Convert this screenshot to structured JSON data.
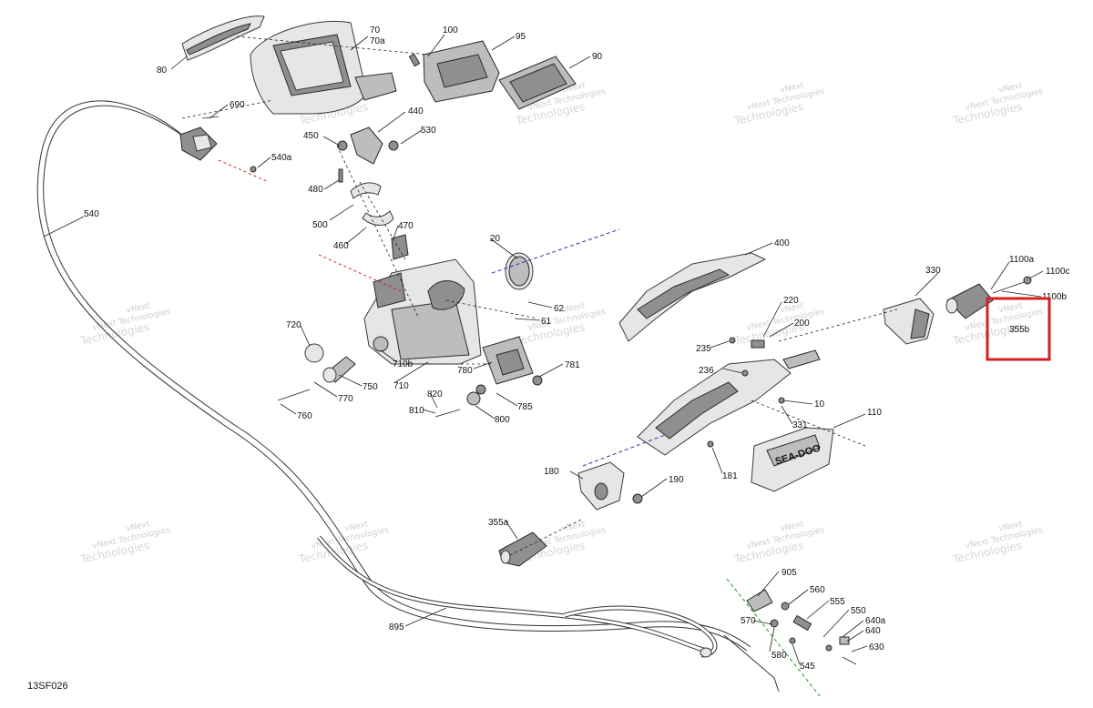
{
  "reference_code": "13SF026",
  "watermark": {
    "line1": "vNext",
    "line2": "vNext Technologies",
    "line3": "Technologies"
  },
  "highlight_color": "#d42020",
  "callouts": [
    {
      "id": "80"
    },
    {
      "id": "70"
    },
    {
      "id": "70a"
    },
    {
      "id": "100"
    },
    {
      "id": "95"
    },
    {
      "id": "90"
    },
    {
      "id": "690"
    },
    {
      "id": "440"
    },
    {
      "id": "450"
    },
    {
      "id": "530"
    },
    {
      "id": "540a"
    },
    {
      "id": "480"
    },
    {
      "id": "500"
    },
    {
      "id": "470"
    },
    {
      "id": "460"
    },
    {
      "id": "540"
    },
    {
      "id": "20"
    },
    {
      "id": "400"
    },
    {
      "id": "1100a"
    },
    {
      "id": "330"
    },
    {
      "id": "1100c"
    },
    {
      "id": "1100b"
    },
    {
      "id": "355b"
    },
    {
      "id": "62"
    },
    {
      "id": "61"
    },
    {
      "id": "220"
    },
    {
      "id": "200"
    },
    {
      "id": "720"
    },
    {
      "id": "710b"
    },
    {
      "id": "710"
    },
    {
      "id": "780"
    },
    {
      "id": "781"
    },
    {
      "id": "750"
    },
    {
      "id": "770"
    },
    {
      "id": "760"
    },
    {
      "id": "820"
    },
    {
      "id": "810"
    },
    {
      "id": "785"
    },
    {
      "id": "800"
    },
    {
      "id": "235"
    },
    {
      "id": "236"
    },
    {
      "id": "10"
    },
    {
      "id": "331"
    },
    {
      "id": "110"
    },
    {
      "id": "181"
    },
    {
      "id": "180"
    },
    {
      "id": "190"
    },
    {
      "id": "355a"
    },
    {
      "id": "905"
    },
    {
      "id": "560"
    },
    {
      "id": "555"
    },
    {
      "id": "550"
    },
    {
      "id": "640a"
    },
    {
      "id": "640"
    },
    {
      "id": "570"
    },
    {
      "id": "580"
    },
    {
      "id": "630"
    },
    {
      "id": "545"
    },
    {
      "id": "895"
    }
  ],
  "brand_mark": "SEA-DOO"
}
